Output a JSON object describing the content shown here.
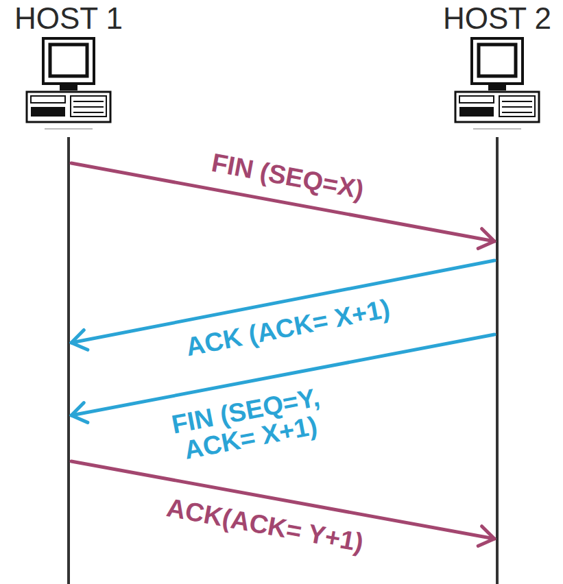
{
  "diagram": {
    "nodes": [
      {
        "text": [
          "HOST 1"
        ]
      },
      {
        "text": [
          "HOST 2"
        ]
      }
    ],
    "edges": [
      {
        "from": 0,
        "to": 1,
        "arrow": "to",
        "label": "FIN (SEQ=X)"
      },
      {
        "from": 1,
        "to": 0,
        "arrow": "to",
        "label": "ACK (ACK= X+1)"
      },
      {
        "from": 1,
        "to": 0,
        "arrow": "to",
        "label": "FIN (SEQ=Y, ACK= X+1)"
      },
      {
        "from": 0,
        "to": 1,
        "arrow": "to",
        "label": "ACK(ACK= Y+1)"
      }
    ]
  }
}
